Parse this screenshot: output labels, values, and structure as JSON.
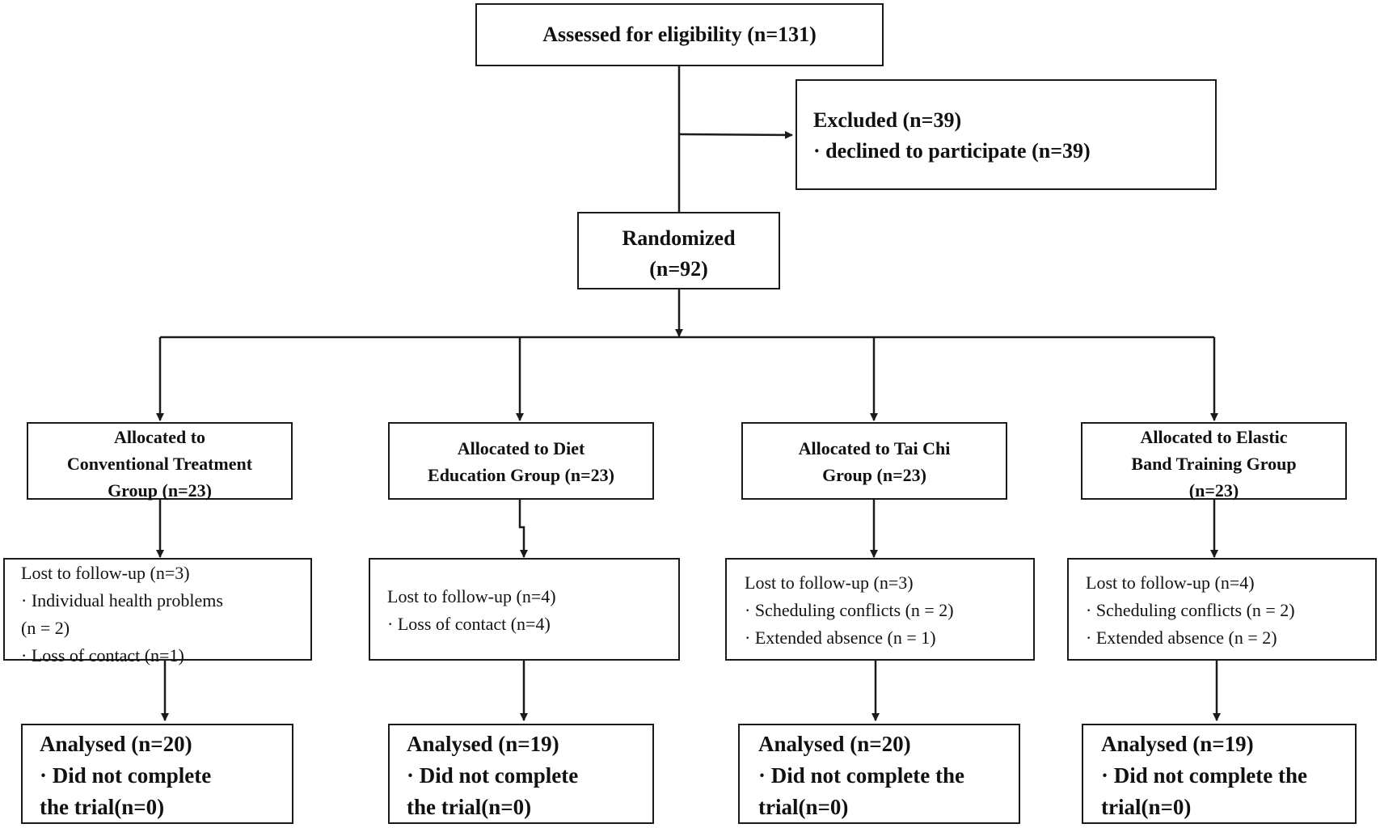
{
  "assessed": {
    "text": "Assessed for eligibility (n=131)"
  },
  "excluded": {
    "title": "Excluded (n=39)",
    "reason": "· declined to participate (n=39)"
  },
  "randomized": {
    "line1": "Randomized",
    "line2": "(n=92)"
  },
  "groups": [
    {
      "allocated": [
        "Allocated to",
        "Conventional Treatment",
        "Group (n=23)"
      ],
      "lost": [
        "Lost to follow-up (n=3)",
        "· Individual health problems",
        "(n = 2)",
        "· Loss of contact (n=1)"
      ],
      "analysed": [
        "Analysed (n=20)",
        "· Did not complete",
        "the trial(n=0)"
      ]
    },
    {
      "allocated": [
        "Allocated to Diet",
        "Education Group (n=23)"
      ],
      "lost": [
        "Lost to follow-up (n=4)",
        "· Loss of contact (n=4)"
      ],
      "analysed": [
        "Analysed (n=19)",
        "· Did not complete",
        "the trial(n=0)"
      ]
    },
    {
      "allocated": [
        "Allocated to Tai Chi",
        "Group (n=23)"
      ],
      "lost": [
        "Lost to follow-up (n=3)",
        "· Scheduling conflicts (n = 2)",
        "· Extended absence (n = 1)"
      ],
      "analysed": [
        "Analysed (n=20)",
        "· Did not complete the",
        "trial(n=0)"
      ]
    },
    {
      "allocated": [
        "Allocated to Elastic",
        "Band Training Group",
        "(n=23)"
      ],
      "lost": [
        "Lost to follow-up (n=4)",
        "· Scheduling conflicts (n = 2)",
        "· Extended absence (n = 2)"
      ],
      "analysed": [
        "Analysed (n=19)",
        "· Did not complete the",
        "trial(n=0)"
      ]
    }
  ]
}
